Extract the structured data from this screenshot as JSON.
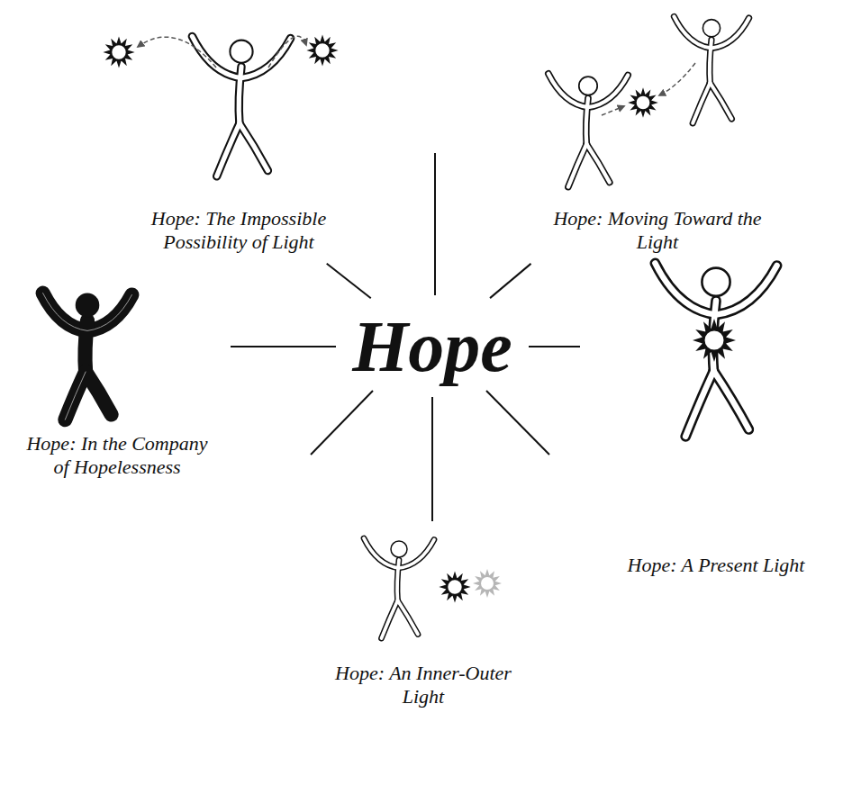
{
  "diagram": {
    "nodes": [
      {
        "text": [
          "Hope"
        ]
      },
      {
        "text": [
          "Hope: The Impossible Possibility of Light"
        ]
      },
      {
        "text": [
          "Hope: Moving Toward the Light"
        ]
      },
      {
        "text": [
          "Hope: In the Company of Hopelessness"
        ]
      },
      {
        "text": [
          "Hope: A Present Light"
        ]
      },
      {
        "text": [
          "Hope: An Inner-Outer Light"
        ]
      }
    ],
    "edges": [
      {
        "from": 0,
        "to": 1,
        "arrow": "none"
      },
      {
        "from": 0,
        "to": 2,
        "arrow": "none"
      },
      {
        "from": 0,
        "to": 3,
        "arrow": "none"
      },
      {
        "from": 0,
        "to": 4,
        "arrow": "none"
      },
      {
        "from": 0,
        "to": 5,
        "arrow": "none"
      }
    ]
  }
}
